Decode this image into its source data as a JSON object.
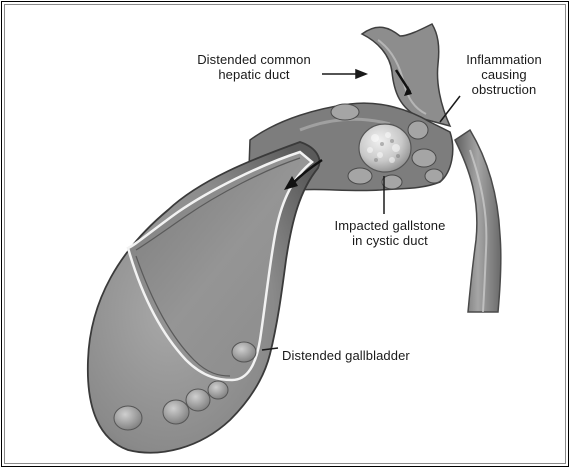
{
  "labels": {
    "hepatic_duct": [
      "Distended common",
      "hepatic duct"
    ],
    "inflammation": [
      "Inflammation",
      "causing",
      "obstruction"
    ],
    "gallstone": [
      "Impacted gallstone",
      "in cystic duct"
    ],
    "gallbladder": "Distended gallbladder"
  },
  "colors": {
    "organ_dark": "#6e6e6e",
    "organ_mid": "#9a9a9a",
    "organ_light": "#c8c8c8",
    "lumen": "#8c8c8c",
    "stone": "#d9d9d9",
    "text": "#1a1a1a"
  }
}
